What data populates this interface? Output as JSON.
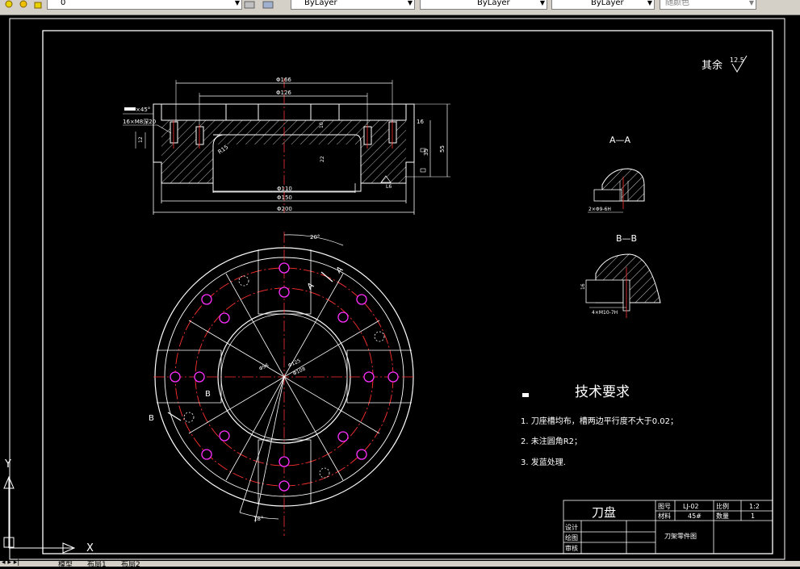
{
  "toolbar": {
    "layer_value": "0",
    "color_value": "ByLayer",
    "linetype_value": "ByLayer",
    "lineweight_value": "ByLayer",
    "plotstyle_value": "随颜色"
  },
  "drawing": {
    "roughness_label": "其余",
    "roughness_value": "12.5",
    "section_aa": "A—A",
    "section_bb": "B—B",
    "section_a_note": "2×Φ9-6H",
    "section_b_note": "4×M10-7H",
    "front_dims": {
      "d166": "Φ166",
      "d126": "Φ126",
      "d110": "Φ110",
      "d150": "Φ150",
      "d200": "Φ200",
      "r15": "R15",
      "v16": "16",
      "v55": "55",
      "v35": "35",
      "v10": "10",
      "v12": "12",
      "v22": "22",
      "chamfer": "×45°",
      "holes": "16×M8深20",
      "l6": "L6"
    },
    "plan_dims": {
      "ang20": "20°",
      "ang18": "18°",
      "d96": "Φ96",
      "d125": "Φ125",
      "d108": "Φ108",
      "label_a1": "A",
      "label_a2": "A",
      "label_b1": "B",
      "label_b2": "B"
    },
    "tech": {
      "title": "技术要求",
      "items": [
        "1. 刀座槽均布，槽两边平行度不大于0.02；",
        "2. 未注圆角R2；",
        "3. 发蓝处理."
      ]
    },
    "title_block": {
      "name": "刀盘",
      "drawing_no_label": "图号",
      "drawing_no": "LJ-02",
      "scale_label": "比例",
      "scale": "1:2",
      "material_label": "材料",
      "material": "45#",
      "qty_label": "数量",
      "qty": "1",
      "design": "设计",
      "drawn": "绘图",
      "review": "审核",
      "assembly": "刀架零件图"
    },
    "ucs": {
      "x": "X",
      "y": "Y"
    }
  },
  "tabs": [
    "模型",
    "布局1",
    "布局2"
  ]
}
